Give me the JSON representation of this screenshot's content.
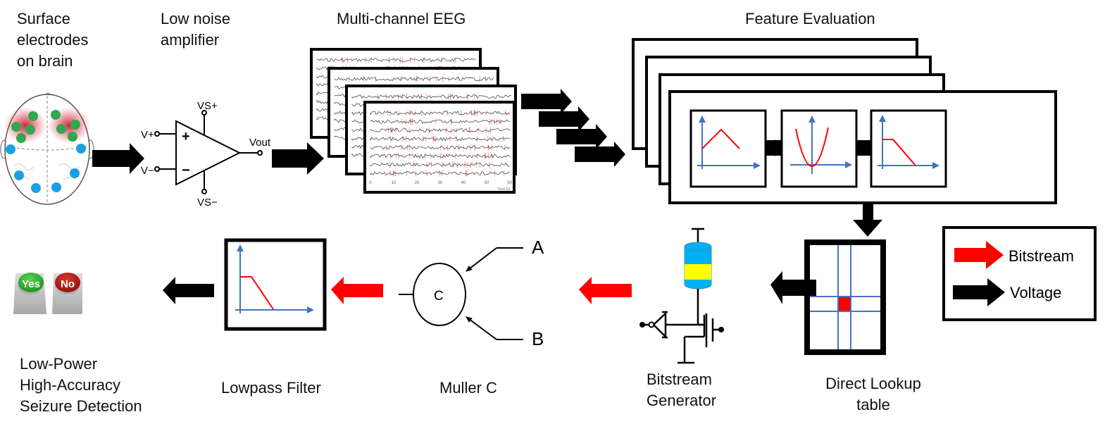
{
  "labels": {
    "electrodes": "Surface\nelectrodes\non brain",
    "amplifier": "Low noise\namplifier",
    "eeg": "Multi-channel EEG",
    "feature_evaluation": "Feature Evaluation",
    "detection": "Low-Power\nHigh-Accuracy\nSeizure Detection",
    "lowpass": "Lowpass Filter",
    "muller": "Muller C",
    "bitstream_generator": "Bitstream\nGenerator",
    "lookup": "Direct Lookup\ntable"
  },
  "amplifier": {
    "v_plus": "V+",
    "v_minus": "V−",
    "v_out": "Vout",
    "vs_plus": "VS+",
    "vs_minus": "VS−",
    "plus_sign": "+",
    "minus_sign": "−"
  },
  "eeg": {
    "x_ticks": [
      "0",
      "10",
      "20",
      "30",
      "40",
      "50",
      "60"
    ],
    "x_label": "Time [s]",
    "channels": 8
  },
  "muller": {
    "gate_symbol": "C",
    "input_a": "A",
    "input_b": "B"
  },
  "buttons": {
    "yes": "Yes",
    "no": "No"
  },
  "legend": {
    "items": [
      {
        "label": "Bitstream",
        "color": "#ff0000"
      },
      {
        "label": "Voltage",
        "color": "#000000"
      }
    ]
  },
  "colors": {
    "axis_blue": "#4472c4",
    "curve_red": "#ff0000",
    "electrode_green": "#2fa84f",
    "electrode_blue": "#1ba1e2",
    "mtj_blue": "#00b0f0",
    "mtj_yellow": "#ffff00"
  }
}
